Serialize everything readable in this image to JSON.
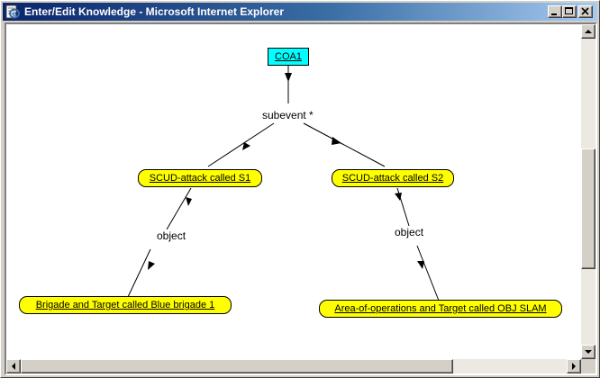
{
  "window": {
    "title": "Enter/Edit Knowledge - Microsoft Internet Explorer",
    "icon": "ie-document-icon",
    "buttons": [
      "minimize-icon",
      "maximize-icon",
      "close-icon"
    ]
  },
  "graph": {
    "root": {
      "label": "COA1",
      "color": "#00ffff"
    },
    "children_edge_label": "subevent *",
    "event_color": "#ffff00",
    "events": [
      {
        "label": "SCUD-attack called S1",
        "edge_label": "object",
        "target": "Brigade and Target called Blue brigade 1"
      },
      {
        "label": "SCUD-attack called S2",
        "edge_label": "object",
        "target": "Area-of-operations and Target called OBJ SLAM"
      }
    ]
  }
}
